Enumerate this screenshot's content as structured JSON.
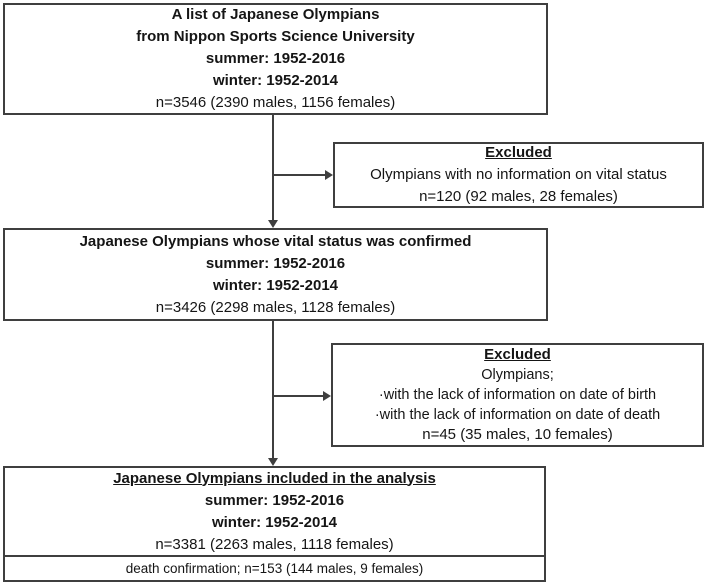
{
  "figure": {
    "background_color": "#ffffff",
    "border_color": "#3f3f3f",
    "text_color": "#151515"
  },
  "boxes": {
    "source": {
      "name_line1": "A list of Japanese Olympians",
      "name_line2": "from Nippon Sports Science University",
      "summer": "summer: 1952-2016",
      "winter": "winter: 1952-2014",
      "count": "n=3546 (2390 males, 1156 females)"
    },
    "excluded_vital": {
      "heading": "Excluded",
      "reason": "Olympians with no information on vital status",
      "count": "n=120 (92 males, 28 females)"
    },
    "confirmed": {
      "title": "Japanese Olympians whose vital status was confirmed",
      "summer": "summer: 1952-2016",
      "winter": "winter: 1952-2014",
      "count": "n=3426 (2298 males, 1128 females)"
    },
    "excluded_dates": {
      "heading": "Excluded",
      "subject": "Olympians;",
      "bullet1": "·with the lack of information on date of birth",
      "bullet2": "·with the lack of information on date of death",
      "count": "n=45 (35 males, 10 females)"
    },
    "analysis": {
      "title": "Japanese Olympians included in the analysis",
      "summer": "summer: 1952-2016",
      "winter": "winter: 1952-2014",
      "count": "n=3381 (2263 males, 1118 females)"
    },
    "death": {
      "note": "death confirmation; n=153 (144 males, 9 females)"
    }
  }
}
